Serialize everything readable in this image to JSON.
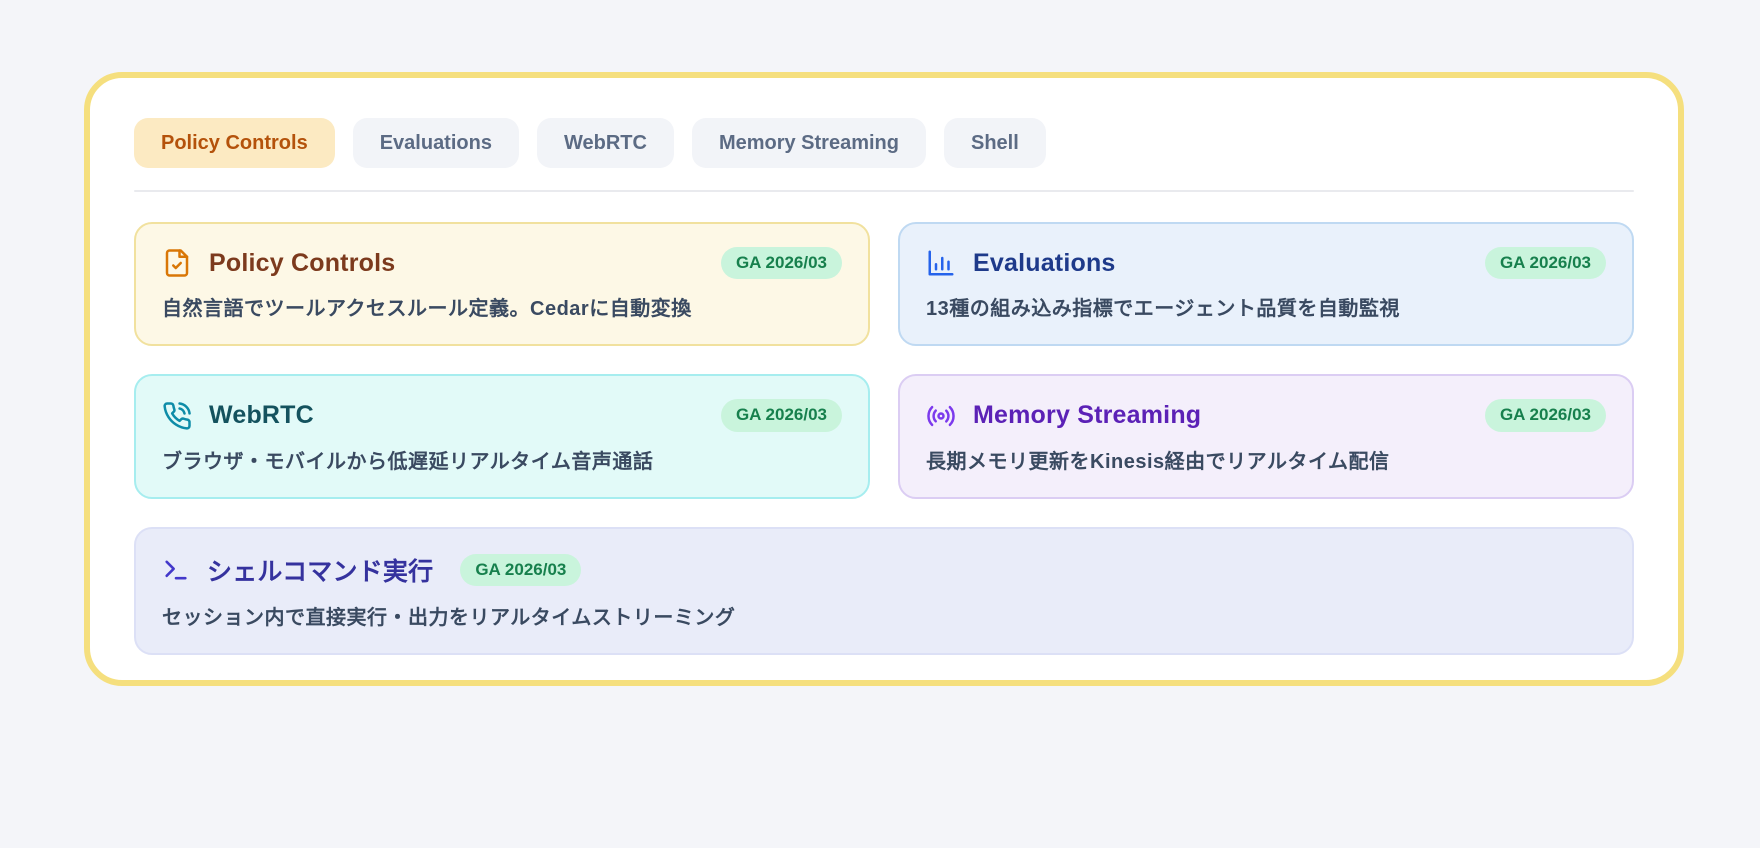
{
  "theme": {
    "page_bg": "#F4F5F9",
    "panel_bg": "#FFFFFF",
    "panel_border": "#F5DF7E",
    "divider": "#E9EAEE",
    "tab_active_bg": "#FCEAC2",
    "tab_active_text": "#B4520B",
    "tab_inactive_bg": "#F2F4F8",
    "tab_inactive_text": "#5C6B84",
    "badge_bg": "#C9F4DC",
    "badge_text": "#17804D",
    "description_text": "#3A4A61"
  },
  "tabs": [
    {
      "label": "Policy Controls",
      "active": true
    },
    {
      "label": "Evaluations",
      "active": false
    },
    {
      "label": "WebRTC",
      "active": false
    },
    {
      "label": "Memory Streaming",
      "active": false
    },
    {
      "label": "Shell",
      "active": false
    }
  ],
  "cards": [
    {
      "title": "Policy Controls",
      "badge": "GA 2026/03",
      "description": "自然言語でツールアクセスルール定義。Cedarに自動変換",
      "icon": "file-check-icon",
      "colors": {
        "bg": "#FDF8E6",
        "border": "#F1E19E",
        "title": "#7C3A1D",
        "icon": "#D97706"
      }
    },
    {
      "title": "Evaluations",
      "badge": "GA 2026/03",
      "description": "13種の組み込み指標でエージェント品質を自動監視",
      "icon": "bar-chart-icon",
      "colors": {
        "bg": "#E9F1FB",
        "border": "#BFD9F2",
        "title": "#1E3A8A",
        "icon": "#2563EB"
      }
    },
    {
      "title": "WebRTC",
      "badge": "GA 2026/03",
      "description": "ブラウザ・モバイルから低遅延リアルタイム音声通話",
      "icon": "phone-call-icon",
      "colors": {
        "bg": "#E2FAF8",
        "border": "#A6EDEF",
        "title": "#14525E",
        "icon": "#0E8CA8"
      }
    },
    {
      "title": "Memory Streaming",
      "badge": "GA 2026/03",
      "description": "長期メモリ更新をKinesis経由でリアルタイム配信",
      "icon": "radio-broadcast-icon",
      "colors": {
        "bg": "#F4EFFB",
        "border": "#DBCDF3",
        "title": "#5B21B6",
        "icon": "#7C3AED"
      }
    },
    {
      "title": "シェルコマンド実行",
      "badge": "GA 2026/03",
      "description": "セッション内で直接実行・出力をリアルタイムストリーミング",
      "icon": "terminal-icon",
      "colors": {
        "bg": "#E9ECF9",
        "border": "#DCE0F6",
        "title": "#35329E",
        "icon": "#4338CA"
      }
    }
  ]
}
